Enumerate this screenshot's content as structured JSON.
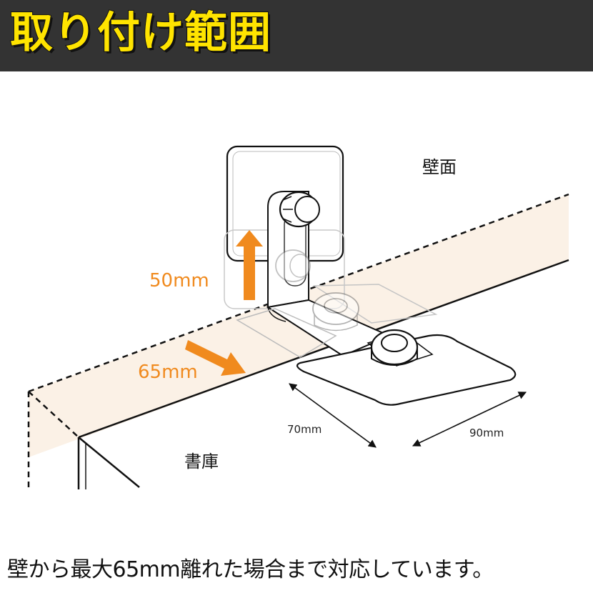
{
  "header": {
    "title": "取り付け範囲"
  },
  "labels": {
    "wall": "壁面",
    "shelf": "書庫",
    "height_range": "50mm",
    "gap_range": "65mm",
    "depth": "70mm",
    "width": "90mm"
  },
  "caption": "壁から最大65mm離れた場合まで対応しています。",
  "colors": {
    "header_bg": "#333333",
    "title": "#ffe400",
    "accent_orange": "#f08a1e",
    "wall_fill": "#fbf1e6"
  }
}
